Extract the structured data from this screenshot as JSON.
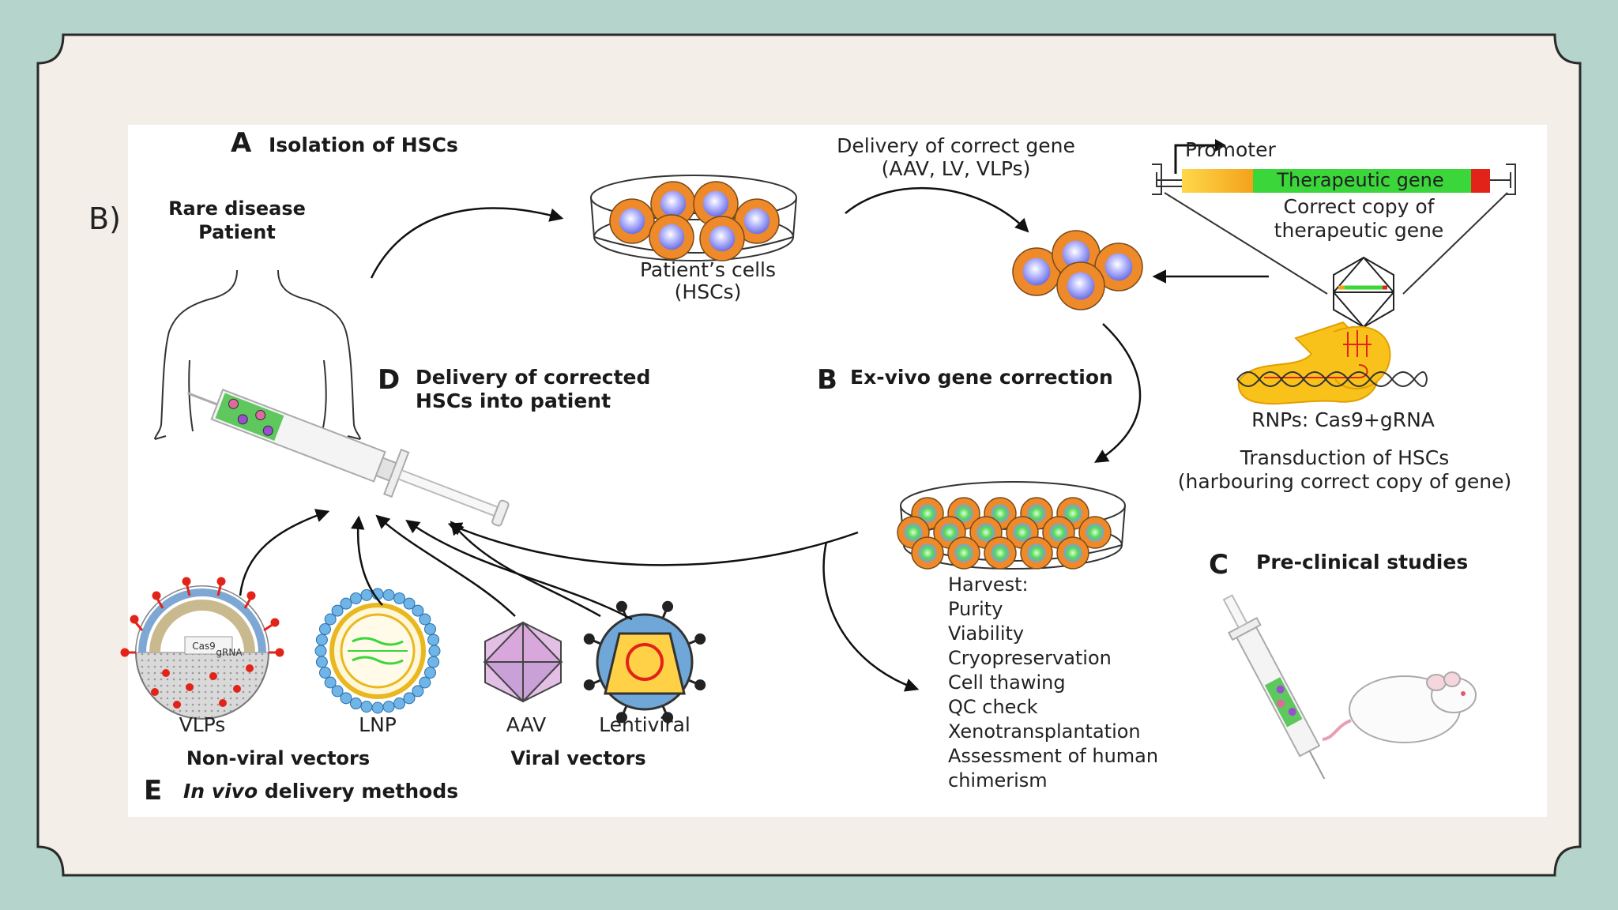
{
  "outer_label": "B)",
  "sections": {
    "a_letter": "A",
    "a_title": "Isolation of HSCs",
    "b_letter": "B",
    "b_title": "Ex-vivo gene correction",
    "c_letter": "C",
    "c_title": "Pre-clinical studies",
    "d_letter": "D",
    "d_line1": "Delivery of corrected",
    "d_line2": "HSCs into patient",
    "e_letter": "E",
    "e_title_italic": "In vivo",
    "e_title_rest": " delivery methods"
  },
  "patient": {
    "line1": "Rare disease",
    "line2": "Patient"
  },
  "cells": {
    "line1": "Patient’s cells",
    "line2": "(HSCs)"
  },
  "delivery": {
    "line1": "Delivery of correct gene",
    "line2": "(AAV, LV, VLPs)"
  },
  "construct": {
    "promoter": "Promoter",
    "gene": "Therapeutic gene",
    "caption1": "Correct copy of",
    "caption2": "therapeutic gene"
  },
  "rnp": {
    "label": "RNPs: Cas9+gRNA"
  },
  "transduction": {
    "line1": "Transduction of HSCs",
    "line2": "(harbouring correct copy of gene)"
  },
  "harvest": [
    "Harvest:",
    "Purity",
    "Viability",
    "Cryopreservation",
    "Cell thawing",
    "QC check",
    "Xenotransplantation",
    "Assessment of human",
    "chimerism"
  ],
  "vectors": {
    "vlp": "VLPs",
    "vlp_cas9": "Cas9",
    "vlp_grna": "gRNA",
    "lnp": "LNP",
    "aav": "AAV",
    "lenti": "Lentiviral",
    "nonviral": "Non-viral vectors",
    "viral": "Viral vectors"
  },
  "colors": {
    "background": "#b5d5cc",
    "panel": "#f3efe8",
    "cell_orange": "#ef8a2a",
    "nucleus": "#8a8ef0",
    "gene_green": "#3ad63a",
    "stop_red": "#e2231a"
  }
}
